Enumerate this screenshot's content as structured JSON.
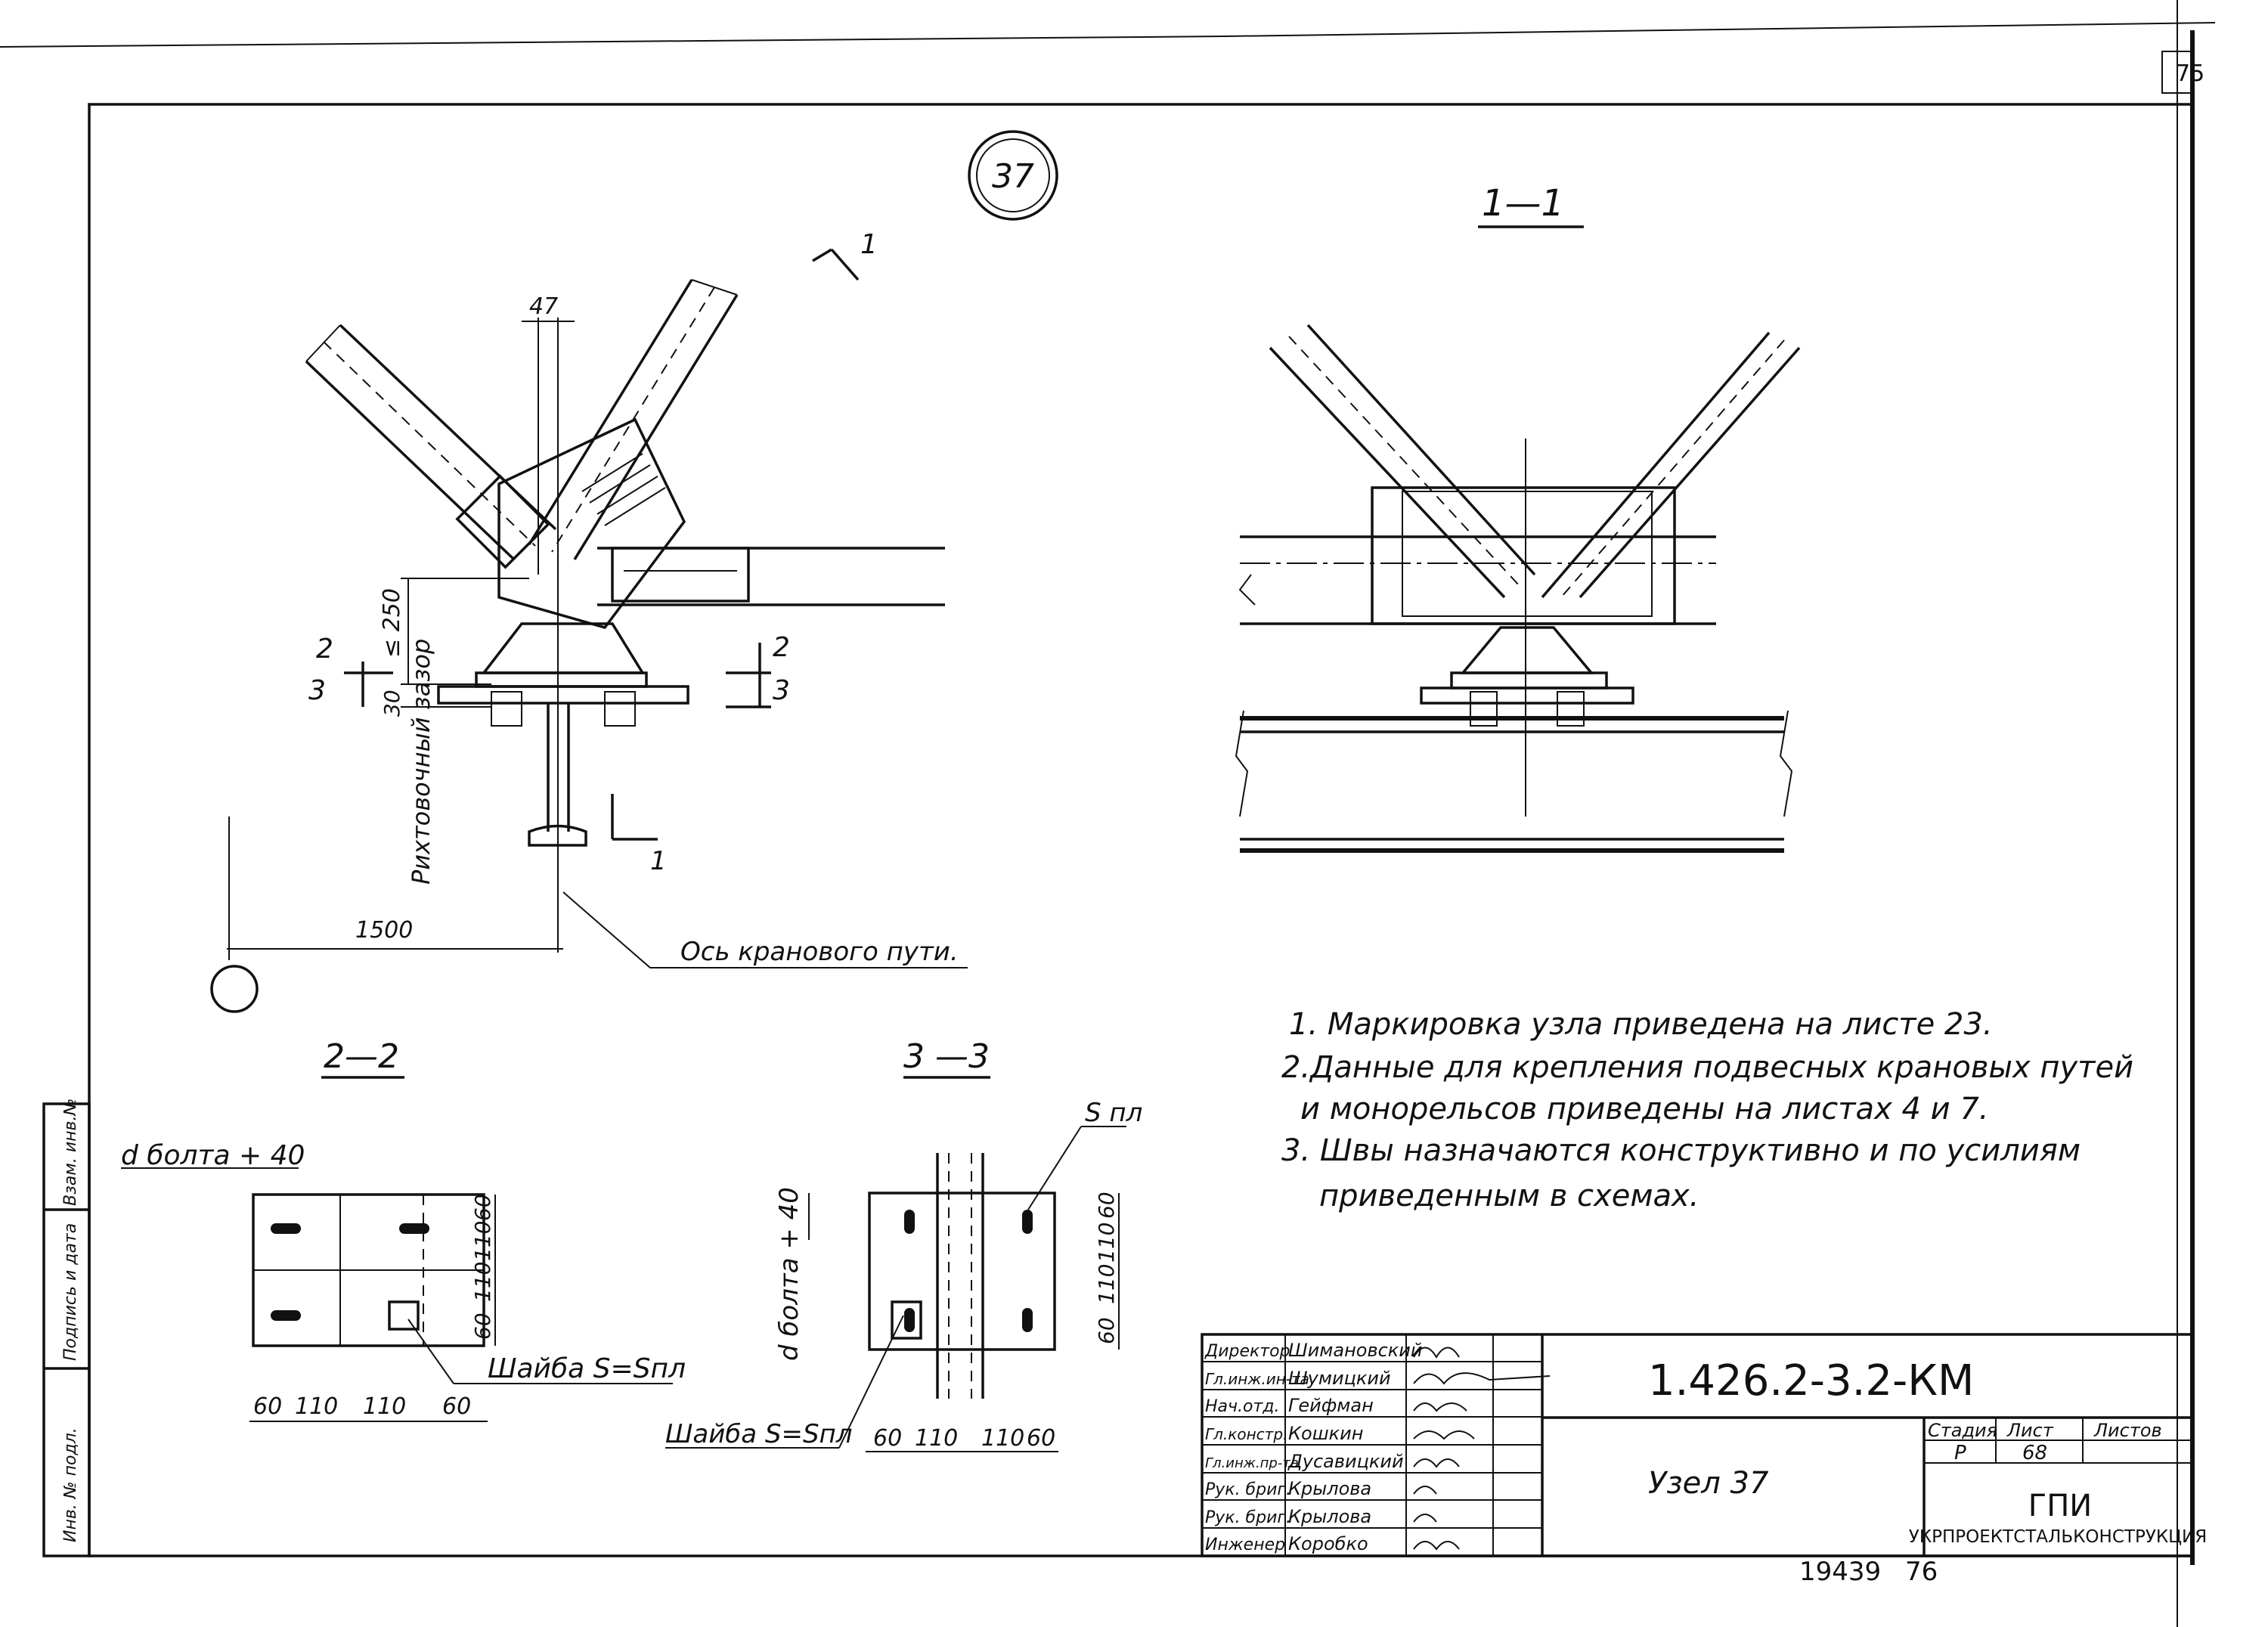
{
  "sheet": {
    "page_number": "75",
    "node_mark": "37",
    "bottom_number": "19439",
    "bottom_page": "76"
  },
  "view_main": {
    "section_mark": "1",
    "dim_47": "47",
    "dim_250": "≤ 250",
    "dim_30": "30",
    "gap_label": "Рихтовочный зазор",
    "dim_1500": "1500",
    "axis_label": "Ось кранового пути.",
    "sec2_left": "2",
    "sec3_left": "3",
    "sec2_right": "2",
    "sec3_right": "3"
  },
  "view_1_1": {
    "title": "1—1"
  },
  "view_2_2": {
    "title": "2—2",
    "bolt_label": "d болта + 40",
    "washer_label": "Шайба  S=Sпл",
    "dims_bottom": [
      "60",
      "110",
      "110",
      "60"
    ],
    "dims_right": [
      "60",
      "110",
      "110",
      "60"
    ]
  },
  "view_3_3": {
    "title": "3 —3",
    "plate_label": "S пл",
    "bolt_label": "d болта + 40",
    "washer_label": "Шайба S=Sпл",
    "dims_bottom": [
      "60",
      "110",
      "110",
      "60"
    ],
    "dims_right": [
      "60",
      "110",
      "110",
      "60"
    ]
  },
  "notes": [
    "1. Маркировка  узла  приведена   на листе 23.",
    "2.Данные для крепления подвесных крановых путей",
    "и монорельсов  приведены  на  листах  4 и 7.",
    "3. Швы  назначаются  конструктивно и по усилиям",
    "приведенным в схемах."
  ],
  "side_stamp": [
    "Инв. № подл.",
    "Подпись и дата",
    "Взам. инв.№"
  ],
  "title_block": {
    "roles": [
      "Директор",
      "Гл.инж.ин-та",
      "Нач.отд.",
      "Гл.констр.",
      "Гл.инж.пр-та",
      "Рук. бриг.",
      "Рук. бриг.",
      "Инженер"
    ],
    "names": [
      "Шимановский",
      "Шумицкий",
      "Гейфман",
      "Кошкин",
      "Дусавицкий",
      "Крылова",
      "Крылова",
      "Коробко"
    ],
    "code": "1.426.2-3.2-КМ",
    "name": "Узел 37",
    "stage_h": "Стадия",
    "sheet_h": "Лист",
    "sheets_h": "Листов",
    "stage": "Р",
    "sheet": "68",
    "org_short": "ГПИ",
    "org_long": "УКРПРОЕКТСТАЛЬКОНСТРУКЦИЯ"
  }
}
